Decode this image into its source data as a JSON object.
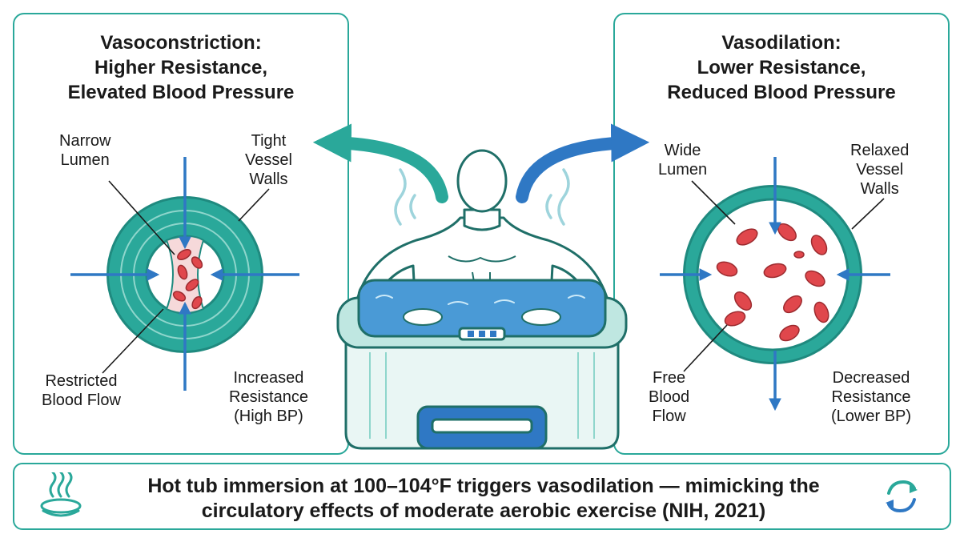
{
  "left_panel": {
    "title": [
      "Vasoconstriction:",
      "Higher Resistance,",
      "Elevated Blood Pressure"
    ],
    "labels": {
      "lumen": [
        "Narrow",
        "Lumen"
      ],
      "walls": [
        "Tight",
        "Vessel",
        "Walls"
      ],
      "flow": [
        "Restricted",
        "Blood Flow"
      ],
      "resistance": [
        "Increased",
        "Resistance",
        "(High BP)"
      ]
    }
  },
  "right_panel": {
    "title": [
      "Vasodilation:",
      "Lower Resistance,",
      "Reduced Blood Pressure"
    ],
    "labels": {
      "lumen": [
        "Wide",
        "Lumen"
      ],
      "walls": [
        "Relaxed",
        "Vessel",
        "Walls"
      ],
      "flow": [
        "Free",
        "Blood",
        "Flow"
      ],
      "resistance": [
        "Decreased",
        "Resistance",
        "(Lower BP)"
      ]
    }
  },
  "footer": {
    "text": [
      "Hot tub immersion at 100–104°F triggers vasodilation — mimicking the",
      "circulatory effects of moderate aerobic exercise (NIH, 2021)"
    ],
    "left_icon": "steam-icon",
    "right_icon": "cycle-arrows-icon"
  },
  "colors": {
    "teal": "#2aa89a",
    "dark_teal": "#1f8a7f",
    "light_teal": "#8fd6cc",
    "blue": "#2f78c4",
    "water": "#4a9ad6",
    "red_cell": "#e0474c",
    "text": "#1a1a1a"
  }
}
